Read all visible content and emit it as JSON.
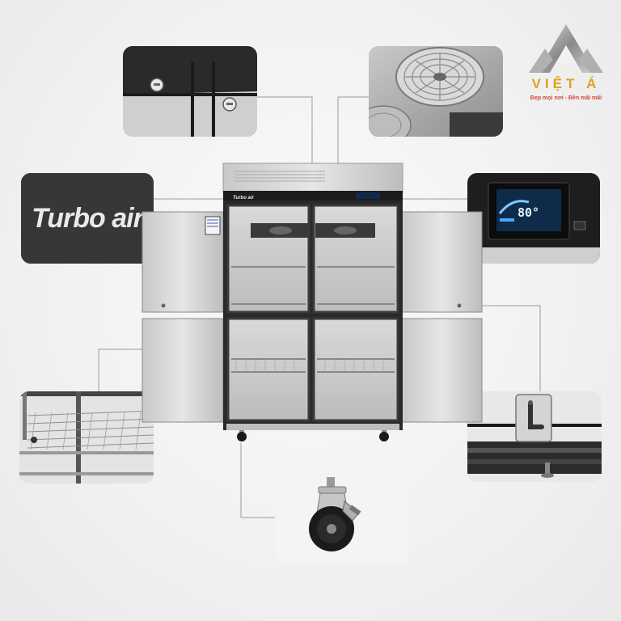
{
  "brand_logo": {
    "name": "VIỆT Á",
    "slogan": "Đẹp mọi nơi - Bền mãi mãi",
    "colors": {
      "gold": "#e0a21c",
      "red": "#d2463a",
      "silver": "#8a8a8a"
    }
  },
  "product_brand": "Turbo air",
  "fridge_badge": "Turbo air",
  "display_readout": "80°",
  "details": [
    {
      "name": "door-lock-detail"
    },
    {
      "name": "evaporator-fan-detail"
    },
    {
      "name": "brand-logo-detail"
    },
    {
      "name": "digital-display-detail"
    },
    {
      "name": "wire-shelf-detail"
    },
    {
      "name": "door-handle-detail"
    },
    {
      "name": "caster-wheel-detail"
    }
  ]
}
